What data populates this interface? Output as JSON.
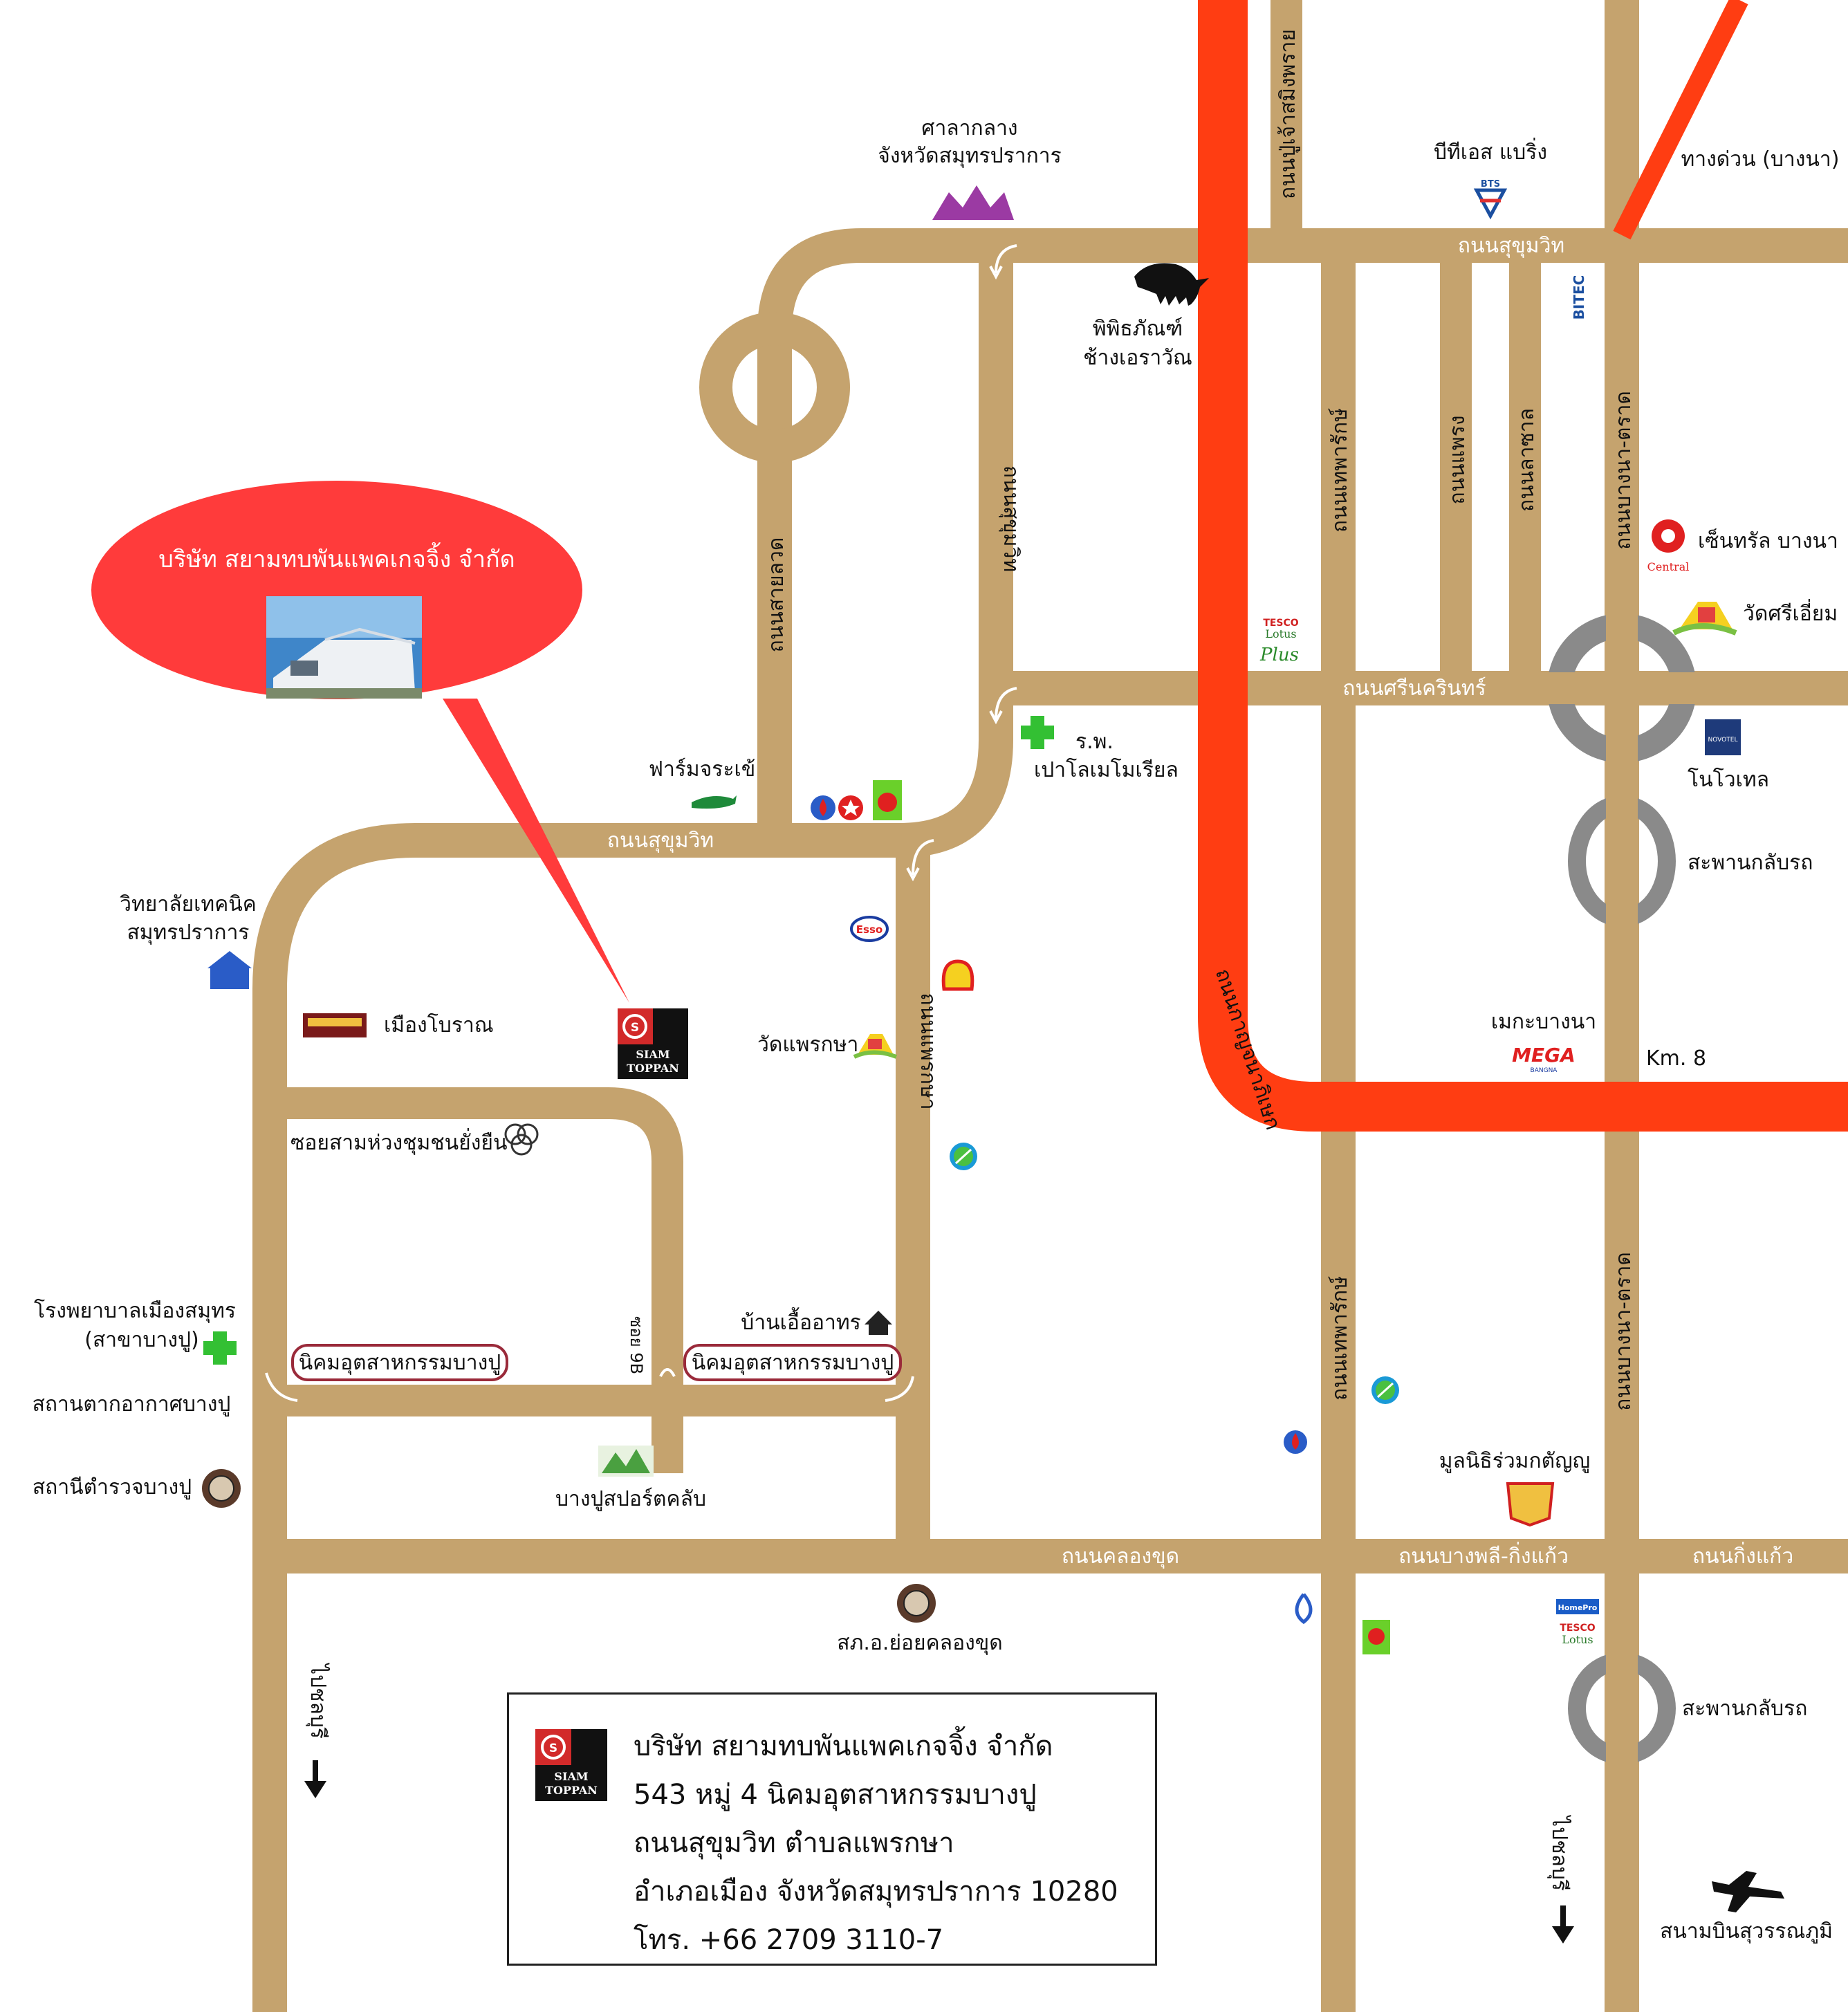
{
  "company": {
    "name": "บริษัท สยามทบพันแพคเกจจิ้ง จำกัด",
    "logo_text_1": "SIAM",
    "logo_text_2": "TOPPAN"
  },
  "address": {
    "line1": "บริษัท สยามทบพันแพคเกจจิ้ง จำกัด",
    "line2": "543 หมู่ 4 นิคมอุตสาหกรรมบางปู",
    "line3": "ถนนสุขุมวิท ตำบลแพรกษา",
    "line4": "อำเภอเมือง จังหวัดสมุทรปราการ 10280",
    "phone": "โทร. +66 2709 3110-7"
  },
  "roads": {
    "sukhumvit_top": "ถนนสุขุมวิท",
    "sukhumvit_mid": "ถนนสุขุมวิท",
    "sukhumvit_vertical": "ถนนสุขุมวิท",
    "sailuad": "ถนนสายลวด",
    "puchao": "ถนนปู่เจ้าสมิงพราย",
    "theparak_top": "ถนนเทพารักษ์",
    "theparak_bottom": "ถนนเทพารักษ์",
    "praeng": "ถนนแพรง",
    "latchachan": "ถนนลาซาล",
    "bangna_trad_top": "ถนนบางนา-ตราด",
    "bangna_trad_bottom": "ถนนบางนา-ตราด",
    "srinakarin": "ถนนศรีนครินทร์",
    "kanchanaphisek": "ถนนกาญจนาภิเษก",
    "praeksa": "ถนนแพรกษา",
    "soi9b": "ซอย 9B",
    "khlongkhut": "ถนนคลองขุด",
    "bangphli_kingkaeo": "ถนนบางพลี-กิ่งแก้ว",
    "kingkaeo": "ถนนกิ่งแก้ว"
  },
  "places": {
    "city_hall": [
      "ศาลากลาง",
      "จังหวัดสมุทรปราการ"
    ],
    "bts": "บีทีเอส แบริ่ง",
    "expressway": "ทางด่วน (บางนา)",
    "erawan": [
      "พิพิธภัณฑ์",
      "ช้างเอราวัณ"
    ],
    "central": "เซ็นทรัล บางนา",
    "wat_sri_iam": "วัดศรีเอี่ยม",
    "novotel": "โนโวเทล",
    "flyover_1": "สะพานกลับรถ",
    "flyover_2": "สะพานกลับรถ",
    "hospital_paolo": [
      "ร.พ.",
      "เปาโลเมโมเรียล"
    ],
    "crocodile_farm": "ฟาร์มจระเข้",
    "tech_college": [
      "วิทยาลัยเทคนิค",
      "สมุทรปราการ"
    ],
    "ancient_city": "เมืองโบราณ",
    "wat_praeksa": "วัดแพรกษา",
    "mega_bangna": "เมกะบางนา",
    "km8": "Km. 8",
    "soi_sam_huang": "ซอยสามห่วงชุมชนยั่งยืน",
    "hospital_muang": [
      "โรงพยาบาลเมืองสมุทร",
      "(สาขาบางปู)"
    ],
    "bangpu_resort": "สถานตากอากาศบางปู",
    "bangpu_police": "สถานีตำรวจบางปู",
    "ind_estate_1": "นิคมอุตสาหกรรมบางปู",
    "ind_estate_2": "นิคมอุตสาหกรรมบางปู",
    "baan_uea": "บ้านเอื้ออาทร",
    "bangpu_sport": "บางปูสปอร์ตคลับ",
    "police_sub": "สภ.อ.ย่อยคลองขุด",
    "ruamkatanyu": "มูลนิธิร่วมกตัญญู",
    "to_chonburi_1": "ไปชลบุรี",
    "to_chonburi_2": "ไปชลบุรี",
    "airport": "สนามบินสุวรรณภูมิ"
  },
  "brands": {
    "tesco_1": "TESCO",
    "lotus_1": "Lotus",
    "plus": "Plus",
    "tesco_2": "TESCO",
    "lotus_2": "Lotus",
    "esso": "Esso",
    "bts_logo": "BTS",
    "bitec": "BITEC",
    "central_logo": "Central",
    "mega_logo": "MEGA",
    "mega_sub": "BANGNA",
    "homepro": "HomePro",
    "novotel_logo": "NOVOTEL"
  },
  "colors": {
    "road": "#c5a36e",
    "expressway": "#ff3d12",
    "callout": "#ff3b3b",
    "flyover": "#8a8a8a"
  }
}
